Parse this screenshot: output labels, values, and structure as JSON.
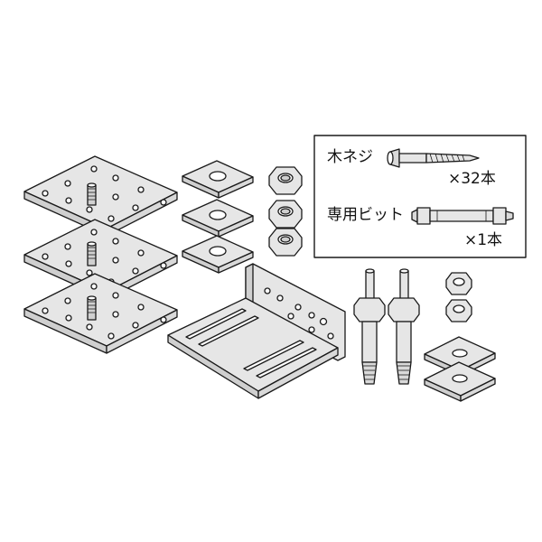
{
  "inset": {
    "screw_label": "木ネジ",
    "screw_qty": "×32本",
    "bit_label": "専用ビット",
    "bit_qty": "×1本"
  },
  "colors": {
    "fill": "#e6e6e6",
    "stroke": "#1a1a1a",
    "background": "#ffffff"
  },
  "items": [
    "perforated-plate",
    "square-washer",
    "hex-nut",
    "angle-bracket",
    "anchor-bolt",
    "wood-screw",
    "driver-bit"
  ]
}
